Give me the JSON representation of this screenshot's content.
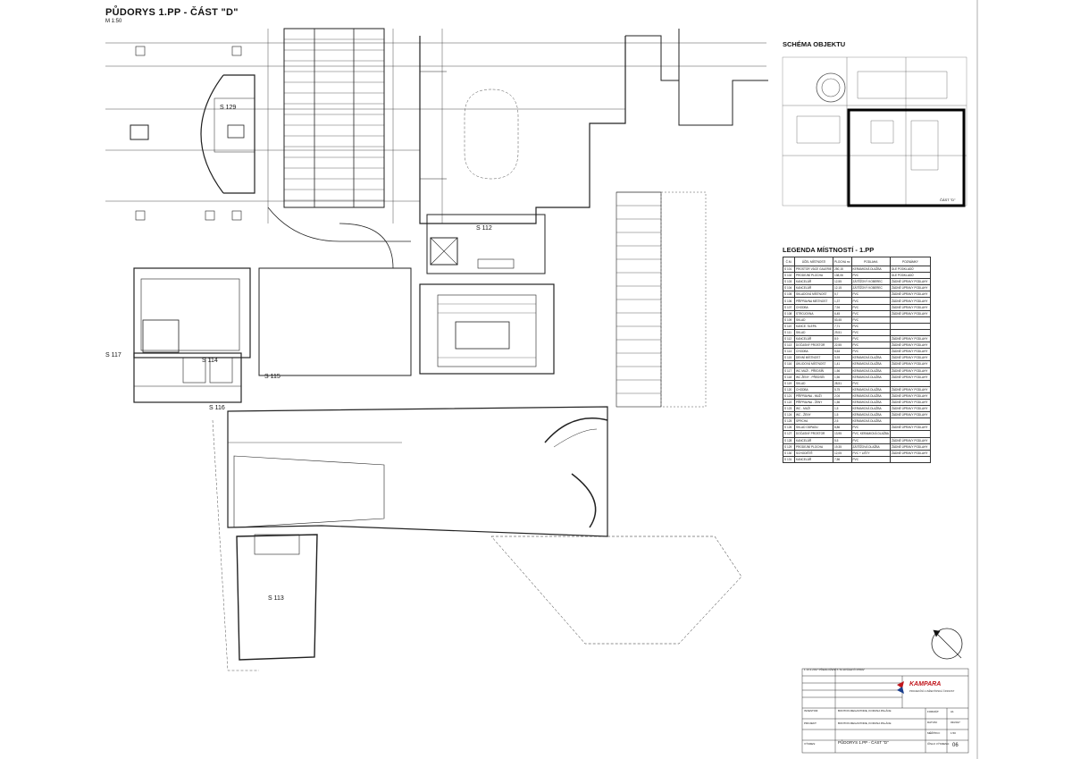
{
  "drawing": {
    "title": "PŮDORYS 1.PP - ČÁST \"D\"",
    "scale": "M 1:50",
    "schema_title": "SCHÉMA OBJEKTU",
    "schema_part_label": "ČÁST \"D\"",
    "legend_title": "LEGENDA MÍSTNOSTÍ - 1.PP"
  },
  "rooms": {
    "s129": "S 129",
    "s112": "S 112",
    "s117": "S 117",
    "s114": "S 114",
    "s115": "S 115",
    "s116": "S 116",
    "s113": "S 113"
  },
  "legend": {
    "headers": [
      "Č.M.",
      "ÚČEL MÍSTNOSTI",
      "PLOCHA m²",
      "PODLAHA",
      "POZNÁMKY"
    ],
    "rows": [
      [
        "S 101",
        "PROSTOR VÁCE GALERIE",
        "250,15",
        "KERAMICKÁ DLAŽBA",
        "DLE PODKLADŮ"
      ],
      [
        "S 102",
        "PRODEJNÍ PLOCHA",
        "138,06",
        "PVC",
        "DLE PODKLADŮ"
      ],
      [
        "S 103",
        "KANCELÁŘ",
        "12,55",
        "ZÁTĚŽOVÝ KOBEREC",
        "ŽÁDNÉ ÚPRAVY PODLAHY"
      ],
      [
        "S 104",
        "KANCELÁŘ",
        "12,15",
        "ZÁTĚŽOVÝ KOBEREC",
        "ŽÁDNÉ ÚPRAVY PODLAHY"
      ],
      [
        "S 105",
        "SKLADOVÁ MÍSTNOST",
        "5,7",
        "PVC",
        "ŽÁDNÉ ÚPRAVY PODLAHY"
      ],
      [
        "S 106",
        "PŘÍPRAVNA MÍSTNOST",
        "1,37",
        "PVC",
        "ŽÁDNÉ ÚPRAVY PODLAHY"
      ],
      [
        "S 107",
        "CHODBA",
        "7,94",
        "PVC",
        "ŽÁDNÉ ÚPRAVY PODLAHY"
      ],
      [
        "S 108",
        "STROJOVNA",
        "6,45",
        "PVC",
        "ŽÁDNÉ ÚPRAVY PODLAHY"
      ],
      [
        "S 109",
        "SKLAD",
        "53,45",
        "PVC",
        ""
      ],
      [
        "S 110",
        "KANCE. SLEPA",
        "7,71",
        "PVC",
        ""
      ],
      [
        "S 111",
        "SKLAD",
        "29,51",
        "PVC",
        ""
      ],
      [
        "S 112",
        "KANCELÁŘ",
        "8,9",
        "PVC",
        "ŽÁDNÉ ÚPRAVY PODLAHY"
      ],
      [
        "S 113",
        "DOČASNÝ PROSTOR",
        "22,55",
        "PVC",
        "ŽÁDNÉ ÚPRAVY PODLAHY"
      ],
      [
        "S 114",
        "CHODBA",
        "5,64",
        "PVC",
        "ŽÁDNÉ ÚPRAVY PODLAHY"
      ],
      [
        "S 115",
        "DENNÍ MÍSTNOST",
        "5,93",
        "KERAMICKÁ DLAŽBA",
        "ŽÁDNÉ ÚPRAVY PODLAHY"
      ],
      [
        "S 116",
        "ÚKLIDOVÁ MÍSTNOST",
        "1,41",
        "KERAMICKÁ DLAŽBA",
        "ŽÁDNÉ ÚPRAVY PODLAHY"
      ],
      [
        "S 117",
        "WC MUŽI - PŘEDSÍŇ",
        "1,56",
        "KERAMICKÁ DLAŽBA",
        "ŽÁDNÉ ÚPRAVY PODLAHY"
      ],
      [
        "S 118",
        "WC ŽENY - PŘEDSÍŇ",
        "1,56",
        "KERAMICKÁ DLAŽBA",
        "ŽÁDNÉ ÚPRAVY PODLAHY"
      ],
      [
        "S 119",
        "SKLAD",
        "28,51",
        "PVC",
        ""
      ],
      [
        "S 120",
        "CHODBA",
        "5,75",
        "KERAMICKÁ DLAŽBA",
        "ŽÁDNÉ ÚPRAVY PODLAHY"
      ],
      [
        "S 121",
        "PŘÍPRAVNA - MUŽI",
        "2,04",
        "KERAMICKÁ DLAŽBA",
        "ŽÁDNÉ ÚPRAVY PODLAHY"
      ],
      [
        "S 122",
        "PŘÍPRAVNA - ŽENY",
        "1,56",
        "KERAMICKÁ DLAŽBA",
        "ŽÁDNÉ ÚPRAVY PODLAHY"
      ],
      [
        "S 123",
        "WC - MUŽI",
        "1,5",
        "KERAMICKÁ DLAŽBA",
        "ŽÁDNÉ ÚPRAVY PODLAHY"
      ],
      [
        "S 124",
        "WC - ŽENY",
        "1,5",
        "KERAMICKÁ DLAŽBA",
        "ŽÁDNÉ ÚPRAVY PODLAHY"
      ],
      [
        "S 125",
        "SPRCHA",
        "2,5",
        "KERAMICKÁ DLAŽBA",
        ""
      ],
      [
        "S 126",
        "SKLAD ODPADU",
        "8,86",
        "PVC",
        "ŽÁDNÉ ÚPRAVY PODLAHY"
      ],
      [
        "S 127",
        "DOČASNÝ PROSTOR",
        "13,95",
        "PVC, KERAMICKÁ DLAŽBA",
        ""
      ],
      [
        "S 128",
        "KANCELÁŘ",
        "5,5",
        "PVC",
        "ŽÁDNÉ ÚPRAVY PODLAHY"
      ],
      [
        "S 129",
        "PRODEJNÍ PLOCHA",
        "19,35",
        "ZÁTĚŽOVÁ DLAŽBA",
        "ŽÁDNÉ ÚPRAVY PODLAHY"
      ],
      [
        "S 130",
        "SCHODIŠTĚ",
        "12,05",
        "PVC + LIŠTY",
        "ŽÁDNÉ ÚPRAVY PODLAHY"
      ],
      [
        "S 131",
        "KANCELÁŘ",
        "7,56",
        "PVC",
        ""
      ]
    ]
  },
  "title_block": {
    "revision": "1   13.3.2017   PŘEDLOŽENÍ K SCHVÁLENÍ OPRAV",
    "company": "KAMPARA",
    "company_sub": "PROJEKČNÍ A INŽENÝRSKÁ ČINNOST",
    "investor_label": "INVESTOR:",
    "investor": "BONTON MEGASTORE, KORUNA PALÁCE",
    "project_label": "PROJEKT:",
    "project": "BONTON MEGASTORE, KORUNA PALÁCE",
    "drawing_label": "VÝKRES:",
    "drawing": "PŮDORYS 1.PP - ČÁST \"D\"",
    "format_label": "FORMÁT:",
    "format": "A1",
    "date_label": "DATUM:",
    "date": "03/2017",
    "scale_label": "MĚŘÍTKO:",
    "scale": "1:50",
    "sheet_label": "ČÍSLO VÝKRESU:",
    "sheet": "06"
  }
}
